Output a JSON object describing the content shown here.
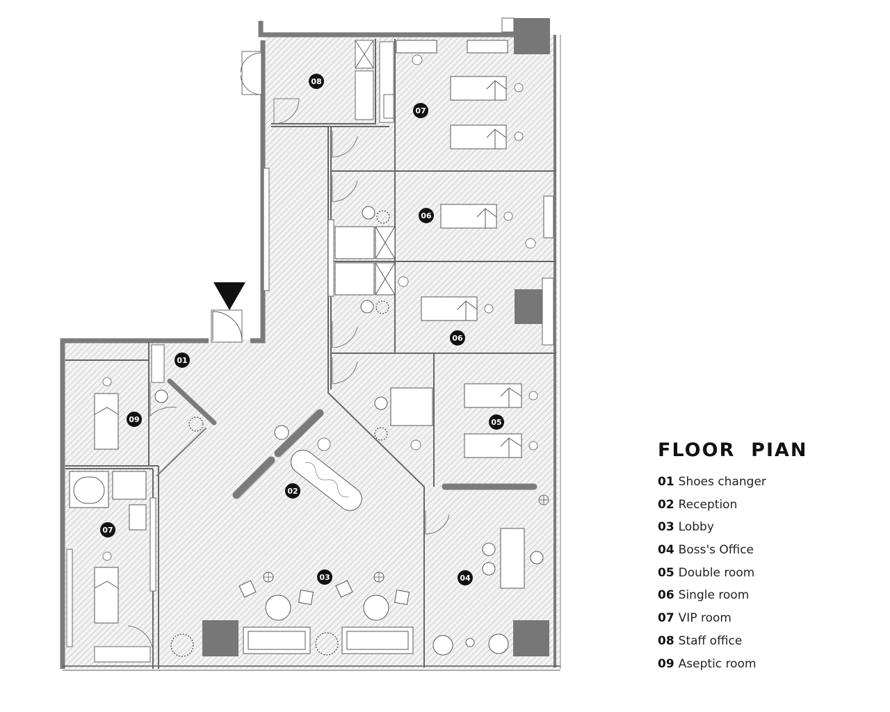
{
  "legend": {
    "title": "FLOOR  PIAN",
    "items": [
      {
        "num": "01",
        "label": "Shoes changer"
      },
      {
        "num": "02",
        "label": "Reception"
      },
      {
        "num": "03",
        "label": "Lobby"
      },
      {
        "num": "04",
        "label": "Boss's Office"
      },
      {
        "num": "05",
        "label": "Double room"
      },
      {
        "num": "06",
        "label": "Single room"
      },
      {
        "num": "07",
        "label": "VIP room"
      },
      {
        "num": "08",
        "label": "Staff office"
      },
      {
        "num": "09",
        "label": "Aseptic room"
      }
    ]
  },
  "room_markers": {
    "r08": "08",
    "r07a": "07",
    "r06a": "06",
    "r06b": "06",
    "r01": "01",
    "r09": "09",
    "r05": "05",
    "r02": "02",
    "r07b": "07",
    "r03": "03",
    "r04": "04"
  },
  "colors": {
    "wall": "#7b7b7b",
    "hatch": "#bdbdbd",
    "line": "#555555",
    "marker": "#111111"
  }
}
